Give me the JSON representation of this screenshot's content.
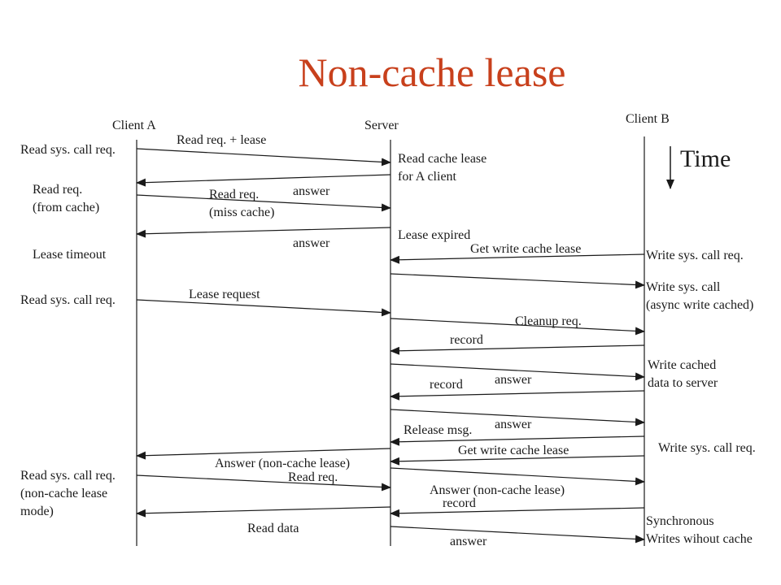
{
  "title": "Non-cache lease",
  "colors": {
    "title": "#c8401c",
    "ink": "#1a1a1a",
    "background": "#ffffff"
  },
  "participants": {
    "client_a": "Client A",
    "server": "Server",
    "client_b": "Client B"
  },
  "time_label": "Time",
  "client_a_notes": [
    [
      "Read sys. call req."
    ],
    [
      "Read req.",
      "(from cache)"
    ],
    [
      "Lease timeout"
    ],
    [
      "Read sys. call req."
    ],
    [
      "Read sys. call req.",
      "(non-cache lease",
      "mode)"
    ]
  ],
  "server_notes": [
    [
      "Read cache lease",
      "for A client"
    ],
    [
      "Lease expired"
    ]
  ],
  "client_b_notes": [
    [
      "Write sys. call req."
    ],
    [
      "Write sys. call",
      "(async write cached)"
    ],
    [
      "Write cached",
      "data to server"
    ],
    [
      "Write sys. call req."
    ],
    [
      "Synchronous",
      "Writes wihout cache"
    ]
  ],
  "messages": [
    {
      "from": "client_a",
      "to": "server",
      "label": [
        "Read req. + lease"
      ]
    },
    {
      "from": "server",
      "to": "client_a",
      "label": [
        "answer"
      ]
    },
    {
      "from": "client_a",
      "to": "server",
      "label": [
        "Read req.",
        "(miss cache)"
      ]
    },
    {
      "from": "server",
      "to": "client_a",
      "label": [
        "answer"
      ]
    },
    {
      "from": "client_b",
      "to": "server",
      "label": [
        "Get write cache lease"
      ]
    },
    {
      "from": "server",
      "to": "client_b",
      "label": []
    },
    {
      "from": "client_a",
      "to": "server",
      "label": [
        "Lease request"
      ]
    },
    {
      "from": "server",
      "to": "client_b",
      "label": [
        "Cleanup req."
      ]
    },
    {
      "from": "client_b",
      "to": "server",
      "label": [
        "record"
      ]
    },
    {
      "from": "server",
      "to": "client_b",
      "label": [
        "answer"
      ]
    },
    {
      "from": "client_b",
      "to": "server",
      "label": [
        "record"
      ]
    },
    {
      "from": "server",
      "to": "client_b",
      "label": [
        "answer"
      ]
    },
    {
      "from": "client_b",
      "to": "server",
      "label": [
        "Release msg."
      ]
    },
    {
      "from": "server",
      "to": "client_a",
      "label": [
        "Answer (non-cache lease)"
      ]
    },
    {
      "from": "client_b",
      "to": "server",
      "label": [
        "Get write cache lease"
      ]
    },
    {
      "from": "client_a",
      "to": "server",
      "label": [
        "Read req."
      ]
    },
    {
      "from": "server",
      "to": "client_b",
      "label": [
        "Answer (non-cache lease)"
      ]
    },
    {
      "from": "server",
      "to": "client_a",
      "label": [
        "Read data"
      ]
    },
    {
      "from": "client_b",
      "to": "server",
      "label": [
        "record"
      ]
    },
    {
      "from": "server",
      "to": "client_b",
      "label": [
        "answer"
      ]
    }
  ]
}
